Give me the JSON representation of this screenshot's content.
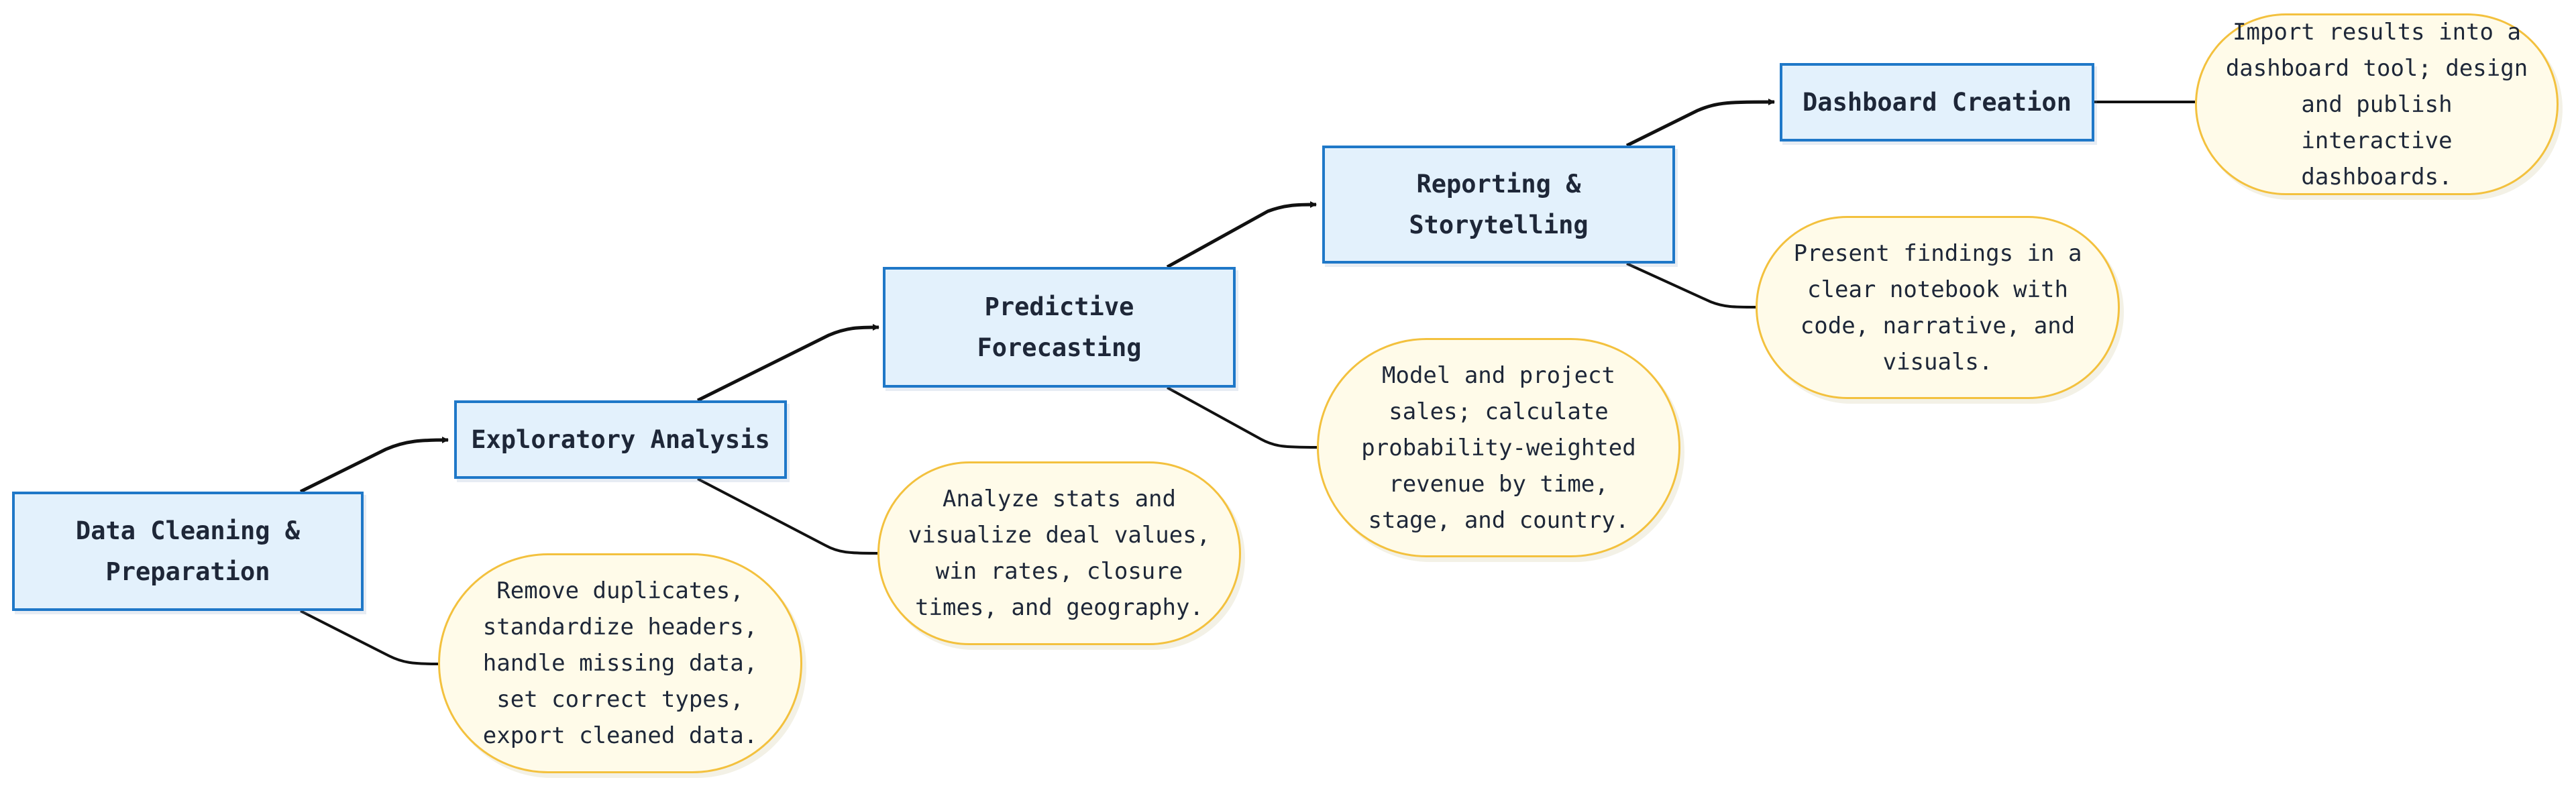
{
  "diagram": {
    "steps": [
      {
        "id": "data-cleaning",
        "label": "Data Cleaning & Preparation"
      },
      {
        "id": "exploratory-analysis",
        "label": "Exploratory Analysis"
      },
      {
        "id": "predictive-forecasting",
        "label": "Predictive Forecasting"
      },
      {
        "id": "reporting-storytelling",
        "label": "Reporting & Storytelling"
      },
      {
        "id": "dashboard-creation",
        "label": "Dashboard Creation"
      }
    ],
    "notes": [
      {
        "step": "data-cleaning",
        "text": "Remove duplicates, standardize headers, handle missing data, set correct types, export cleaned data."
      },
      {
        "step": "exploratory-analysis",
        "text": "Analyze stats and visualize deal values, win rates, closure times, and geography."
      },
      {
        "step": "predictive-forecasting",
        "text": "Model and project sales; calculate probability-weighted revenue by time, stage, and country."
      },
      {
        "step": "reporting-storytelling",
        "text": "Present findings in a clear notebook with code, narrative, and visuals."
      },
      {
        "step": "dashboard-creation",
        "text": "Import results into a dashboard tool; design and publish interactive dashboards."
      }
    ],
    "colors": {
      "step_fill": "#e3f1fc",
      "step_border": "#1f78c8",
      "note_fill": "#fffbe9",
      "note_border": "#f3c13e",
      "connector": "#111111",
      "text": "#1e2738"
    }
  }
}
